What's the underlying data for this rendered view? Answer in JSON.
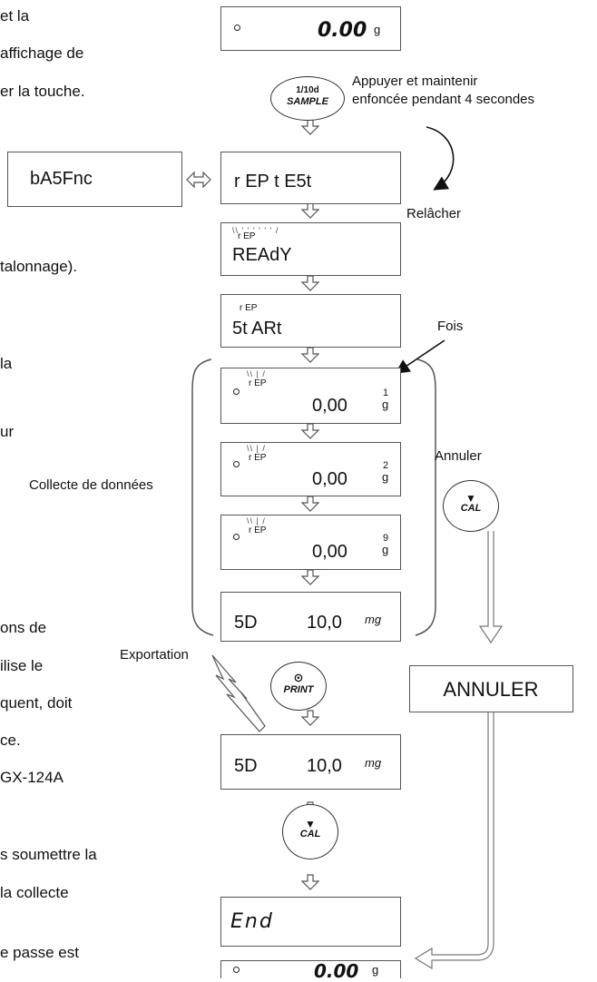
{
  "left_text": [
    "et la",
    "affichage de",
    "er la touche.",
    "talonnage).",
    "la",
    "ur",
    "ons de",
    "ilise le",
    "quent, doit",
    "ce.",
    "GX-124A",
    "s soumettre la",
    "la collecte",
    "e passe est"
  ],
  "side_labels": {
    "collection": "Collecte de données",
    "export": "Exportation",
    "hold_line1": "Appuyer et maintenir",
    "hold_line2": "enfoncée pendant 4 secondes",
    "release": "Relâcher",
    "count": "Fois",
    "cancel": "Annuler"
  },
  "displays": {
    "top_value": "0.00",
    "top_unit": "g",
    "func": "bA5Fnc",
    "rep": "r EP t E5t",
    "ready_small": "r EP",
    "ready": "REAdY",
    "start_small": "r EP",
    "start": "5t ARt",
    "d1_small": "r EP",
    "d1_value": "0,00",
    "d1_index": "1",
    "d1_unit": "g",
    "d2_small": "r EP",
    "d2_value": "0,00",
    "d2_index": "2",
    "d2_unit": "g",
    "d3_small": "r EP",
    "d3_value": "0,00",
    "d3_index": "9",
    "d3_unit": "g",
    "sd_label": "5D",
    "sd_value": "10,0",
    "sd_unit": "mg",
    "sd2_label": "5D",
    "sd2_value": "10,0",
    "sd2_unit": "mg",
    "end": "End",
    "final_value": "0.00",
    "final_unit": "g",
    "cancel_box": "ANNULER"
  },
  "keys": {
    "sample_top": "1/10d",
    "sample_bottom": "SAMPLE",
    "cal": "CAL",
    "cal2": "CAL",
    "print": "PRINT"
  },
  "icons": [
    "double-arrow-icon",
    "down-arrow-icon",
    "triangle-down-icon",
    "lightning-icon",
    "curved-arrow-icon"
  ]
}
